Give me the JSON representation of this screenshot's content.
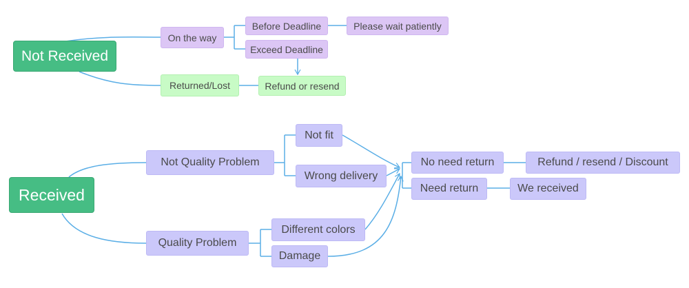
{
  "diagram": {
    "colors": {
      "root_fill": "#46bd84",
      "purple_fill": "#dcc6f5",
      "green_fill": "#c8fbc6",
      "blue_fill": "#cbc8fa",
      "connector": "#5aaee6"
    },
    "nodes": {
      "not_received": "Not Received",
      "on_the_way": "On the way",
      "before_deadline": "Before Deadline",
      "please_wait": "Please wait patiently",
      "exceed_deadline": "Exceed Deadline",
      "returned_lost": "Returned/Lost",
      "refund_or_resend": "Refund or resend",
      "received": "Received",
      "not_quality_problem": "Not Quality Problem",
      "not_fit": "Not fit",
      "wrong_delivery": "Wrong delivery",
      "quality_problem": "Quality Problem",
      "different_colors": "Different colors",
      "damage": "Damage",
      "no_need_return": "No need return",
      "refund_resend_discount": "Refund / resend / Discount",
      "need_return": "Need return",
      "we_received": "We received"
    }
  }
}
